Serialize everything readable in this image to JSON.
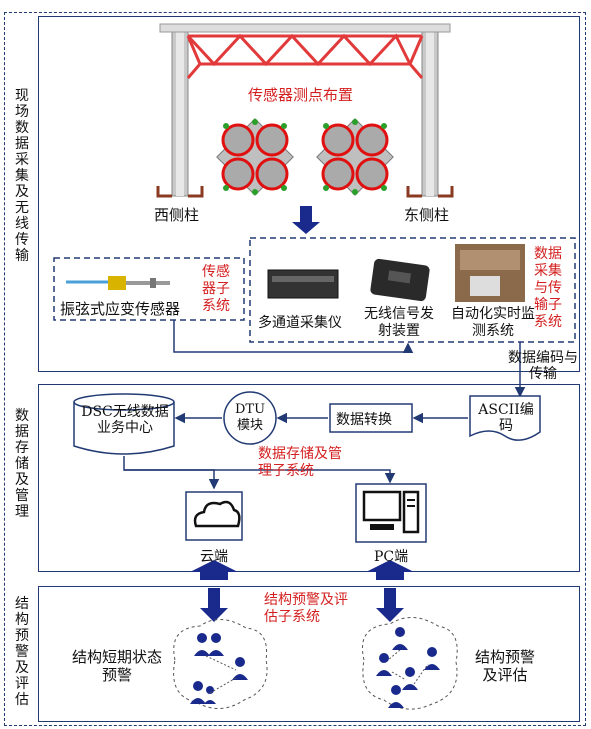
{
  "sections": {
    "top": {
      "label": "现场数据采集及无线传输"
    },
    "middle": {
      "label": "数据存储及管理"
    },
    "bottom": {
      "label": "结构预警及评估"
    }
  },
  "top": {
    "sensor_layout_title": "传感器测点布置",
    "west_column": "西侧柱",
    "east_column": "东侧柱",
    "sensor_subsystem": "传感器子系统",
    "sensor_name": "振弦式应变传感器",
    "transmission_subsystem": "数据采集与传输子系统",
    "devices": [
      "多通道采集仪",
      "无线信号发射装置",
      "自动化实时监测系统"
    ],
    "encode_label": "数据编码与传输"
  },
  "middle": {
    "ascii": "ASCII编码",
    "convert": "数据转换",
    "dtu": "DTU模块",
    "dsc": "DSC无线数据业务中心",
    "subsystem": "数据存储及管理子系统",
    "cloud": "云端",
    "pc": "PC端"
  },
  "bottom": {
    "subsystem": "结构预警及评估子系统",
    "left": "结构短期状态预警",
    "right": "结构预警及评估"
  },
  "colors": {
    "accent": "#d42020",
    "frame": "#223a74",
    "arrow": "#1a2a8c"
  }
}
